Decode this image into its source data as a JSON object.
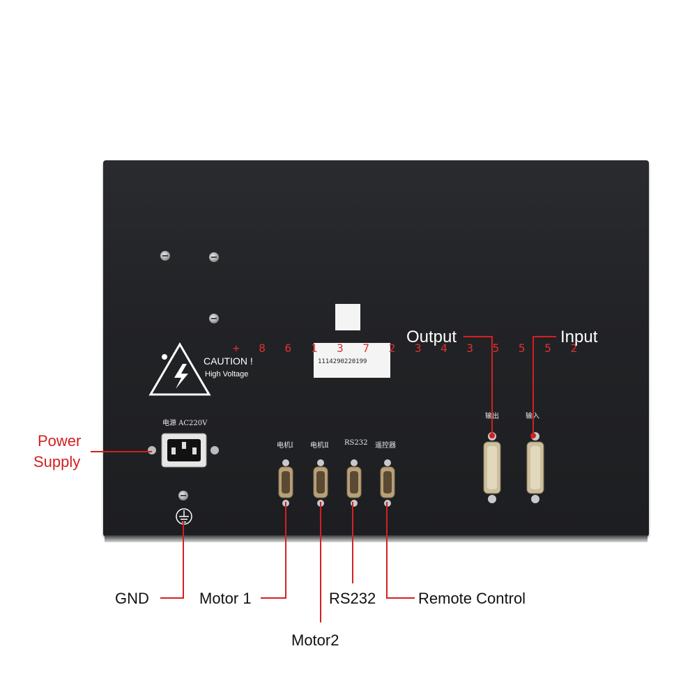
{
  "device": {
    "caution_title": "CAUTION !",
    "caution_sub": "High Voltage",
    "power_label": "电源 AC220V",
    "port_labels": [
      "电机Ⅰ",
      "电机Ⅱ",
      "RS232",
      "遥控器"
    ],
    "out_label": "输出",
    "in_label": "输入",
    "serial_number": "+ 8 6 1 3 7 2 3 4 3 5 5 5 2",
    "sticker_code": "1114290220199"
  },
  "callouts": {
    "output": "Output",
    "input": "Input",
    "power_line1": "Power",
    "power_line2": "Supply",
    "gnd": "GND",
    "motor1": "Motor 1",
    "motor2": "Motor2",
    "rs232": "RS232",
    "remote": "Remote Control"
  },
  "colors": {
    "leader_line": "#d42020",
    "device_body": "#222326"
  },
  "icons": [
    "high-voltage-warning-icon",
    "ground-symbol-icon",
    "iec-power-inlet",
    "db9-connector",
    "db25-connector"
  ]
}
